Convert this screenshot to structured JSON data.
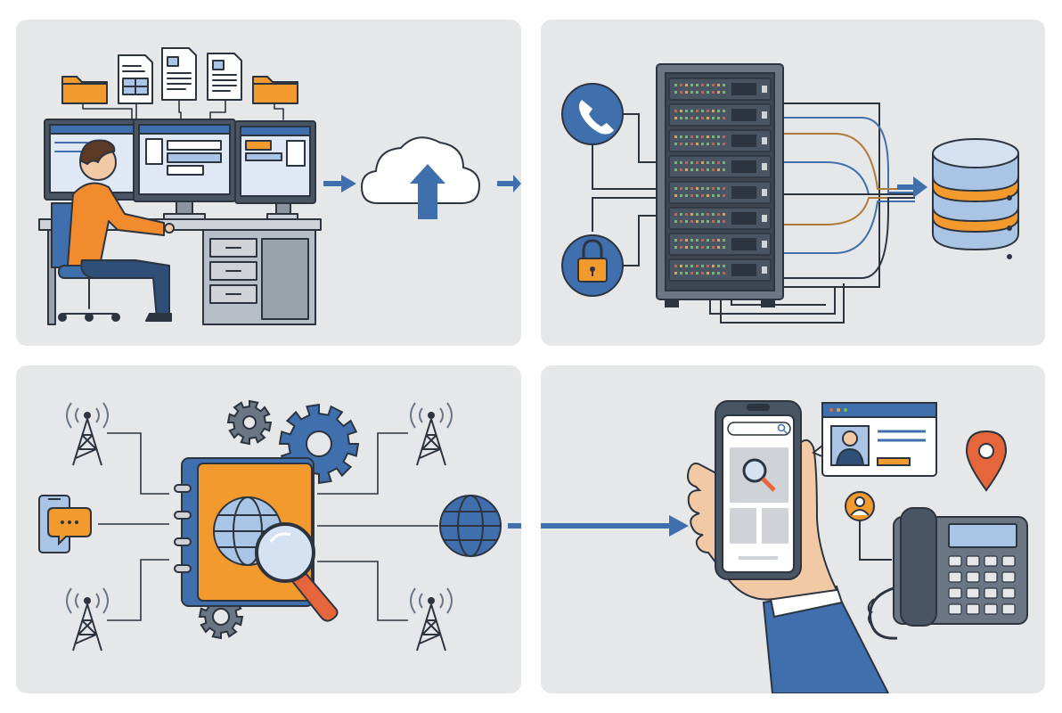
{
  "colors": {
    "panel_bg": "#e6e7e9",
    "outline": "#2c3440",
    "blue": "#3f6fad",
    "light_blue": "#a9c4e4",
    "orange": "#f29a2e",
    "gray": "#8c949e",
    "light_gray": "#cfd3d8",
    "led_green": "#6fbf5a",
    "led_red": "#e05a3a",
    "led_orange": "#f0a030",
    "pin_red": "#e4663a"
  },
  "panels": [
    {
      "id": "panel-workstation-upload",
      "icons": [
        "folder-icon",
        "spreadsheet-doc-icon",
        "document-icon",
        "document-icon",
        "folder-icon",
        "monitor-icon",
        "monitor-icon",
        "monitor-icon",
        "office-worker",
        "desk",
        "office-chair",
        "arrow-right-icon",
        "cloud-upload-icon",
        "arrow-right-icon"
      ]
    },
    {
      "id": "panel-server-database",
      "icons": [
        "phone-icon",
        "lock-icon",
        "server-rack",
        "arrow-right-icon",
        "database-icon"
      ]
    },
    {
      "id": "panel-directory-network",
      "icons": [
        "radio-tower-icon",
        "radio-tower-icon",
        "radio-tower-icon",
        "radio-tower-icon",
        "smartphone-chat-icon",
        "gear-icon",
        "gear-icon",
        "gear-icon",
        "directory-book-icon",
        "globe-icon",
        "magnifier-icon",
        "globe-icon",
        "arrow-right-icon"
      ]
    },
    {
      "id": "panel-mobile-lookup",
      "icons": [
        "hand-holding-phone",
        "search-bar-icon",
        "magnifier-icon",
        "profile-card-icon",
        "user-avatar-icon",
        "location-pin-icon",
        "desk-phone-icon"
      ]
    }
  ]
}
